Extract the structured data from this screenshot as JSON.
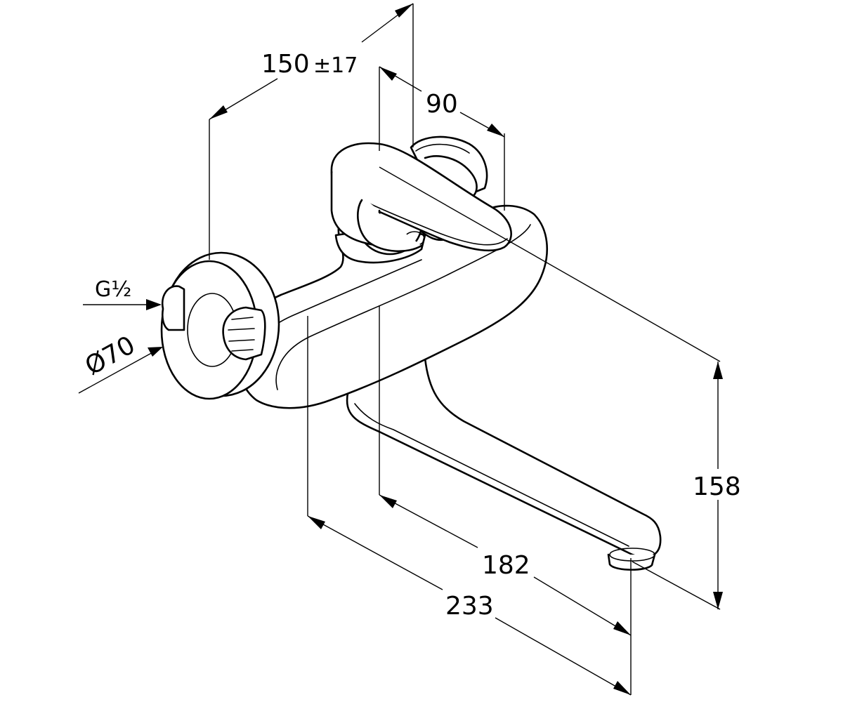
{
  "dimensions": {
    "wall_offset": "150",
    "wall_offset_tol": "±17",
    "handle_depth": "90",
    "spout_height": "158",
    "spout_reach_inner": "182",
    "spout_reach_outer": "233",
    "thread": "G½",
    "rosette_diameter": "Ø70"
  }
}
